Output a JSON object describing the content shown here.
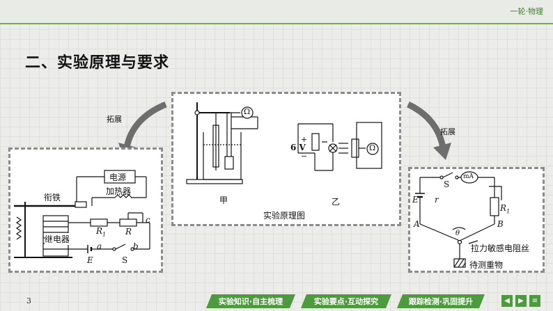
{
  "header": {
    "course_label": "一轮·物理"
  },
  "section_title": "二、实验原理与要求",
  "center_diagram": {
    "caption": "实验原理图",
    "label_jia": "甲",
    "label_yi": "乙",
    "ohm_symbol": "Ω",
    "voltage_label": "6 V",
    "plus": "+",
    "minus": "−"
  },
  "left_arrow_label": "拓展",
  "right_arrow_label": "拓展",
  "left_diagram": {
    "power_label": "电源",
    "heater_label": "加热器",
    "armature_label": "衔铁",
    "relay_label": "继电器",
    "r1": "R",
    "r1_sub": "1",
    "r": "R",
    "c": "c",
    "a": "a",
    "b": "b",
    "e": "E",
    "s": "S"
  },
  "right_diagram": {
    "s": "S",
    "ma": "mA",
    "e": "E",
    "r": "r",
    "r1": "R",
    "r1_sub": "1",
    "a": "A",
    "b": "B",
    "theta": "θ",
    "wire_label": "拉力敏感电阻丝",
    "weight_label": "待测重物"
  },
  "footer": {
    "page_number": "3",
    "nav": [
      "实验知识·自主梳理",
      "实验要点·互动探究",
      "跟踪检测·巩固提升"
    ],
    "controls": [
      "◀",
      "▶",
      "≡"
    ]
  },
  "colors": {
    "accent_green": "#4e9a3e",
    "header_green": "#3f7d33"
  }
}
